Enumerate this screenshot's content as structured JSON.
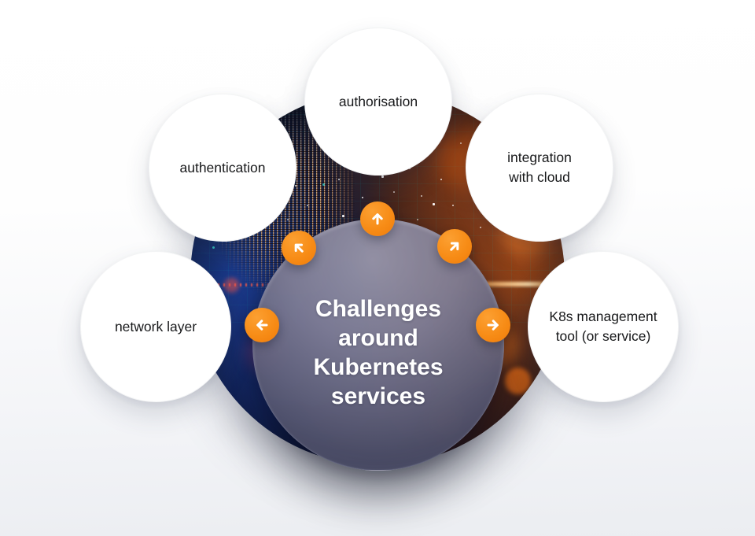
{
  "center": {
    "title": "Challenges around Kubernetes services",
    "title_lines": [
      "Challenges",
      "around",
      "Kubernetes",
      "services"
    ]
  },
  "nodes": [
    {
      "id": "authorisation",
      "position": "top",
      "lines": [
        "authorisation"
      ]
    },
    {
      "id": "authentication",
      "position": "upper-left",
      "lines": [
        "authentication"
      ]
    },
    {
      "id": "integration-with-cloud",
      "position": "upper-right",
      "lines": [
        "integration",
        "with cloud"
      ]
    },
    {
      "id": "network-layer",
      "position": "left",
      "lines": [
        "network layer"
      ]
    },
    {
      "id": "k8s-management-tool",
      "position": "right",
      "lines": [
        "K8s management",
        "tool (or service)"
      ]
    }
  ],
  "icons": {
    "arrows": [
      "arrow-up",
      "arrow-up-left",
      "arrow-up-right",
      "arrow-left",
      "arrow-right"
    ]
  },
  "colors": {
    "accent_orange": "#F7941E",
    "node_text": "#17181A",
    "center_text": "#FFFFFF",
    "photo_dark": "#0D1120",
    "page_bottom": "#EBEDF1"
  }
}
